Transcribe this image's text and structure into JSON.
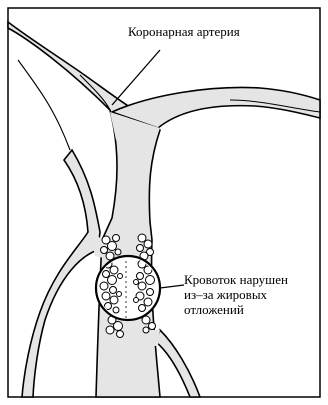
{
  "diagram": {
    "labels": {
      "coronary_artery": "Коронарная артерия",
      "plaque_caption": [
        "Кровоток нарушен",
        "из–за жировых",
        "отложений"
      ]
    },
    "colors": {
      "vessel_fill": "#e5e5e5",
      "outline": "#000000",
      "background": "#ffffff"
    }
  }
}
